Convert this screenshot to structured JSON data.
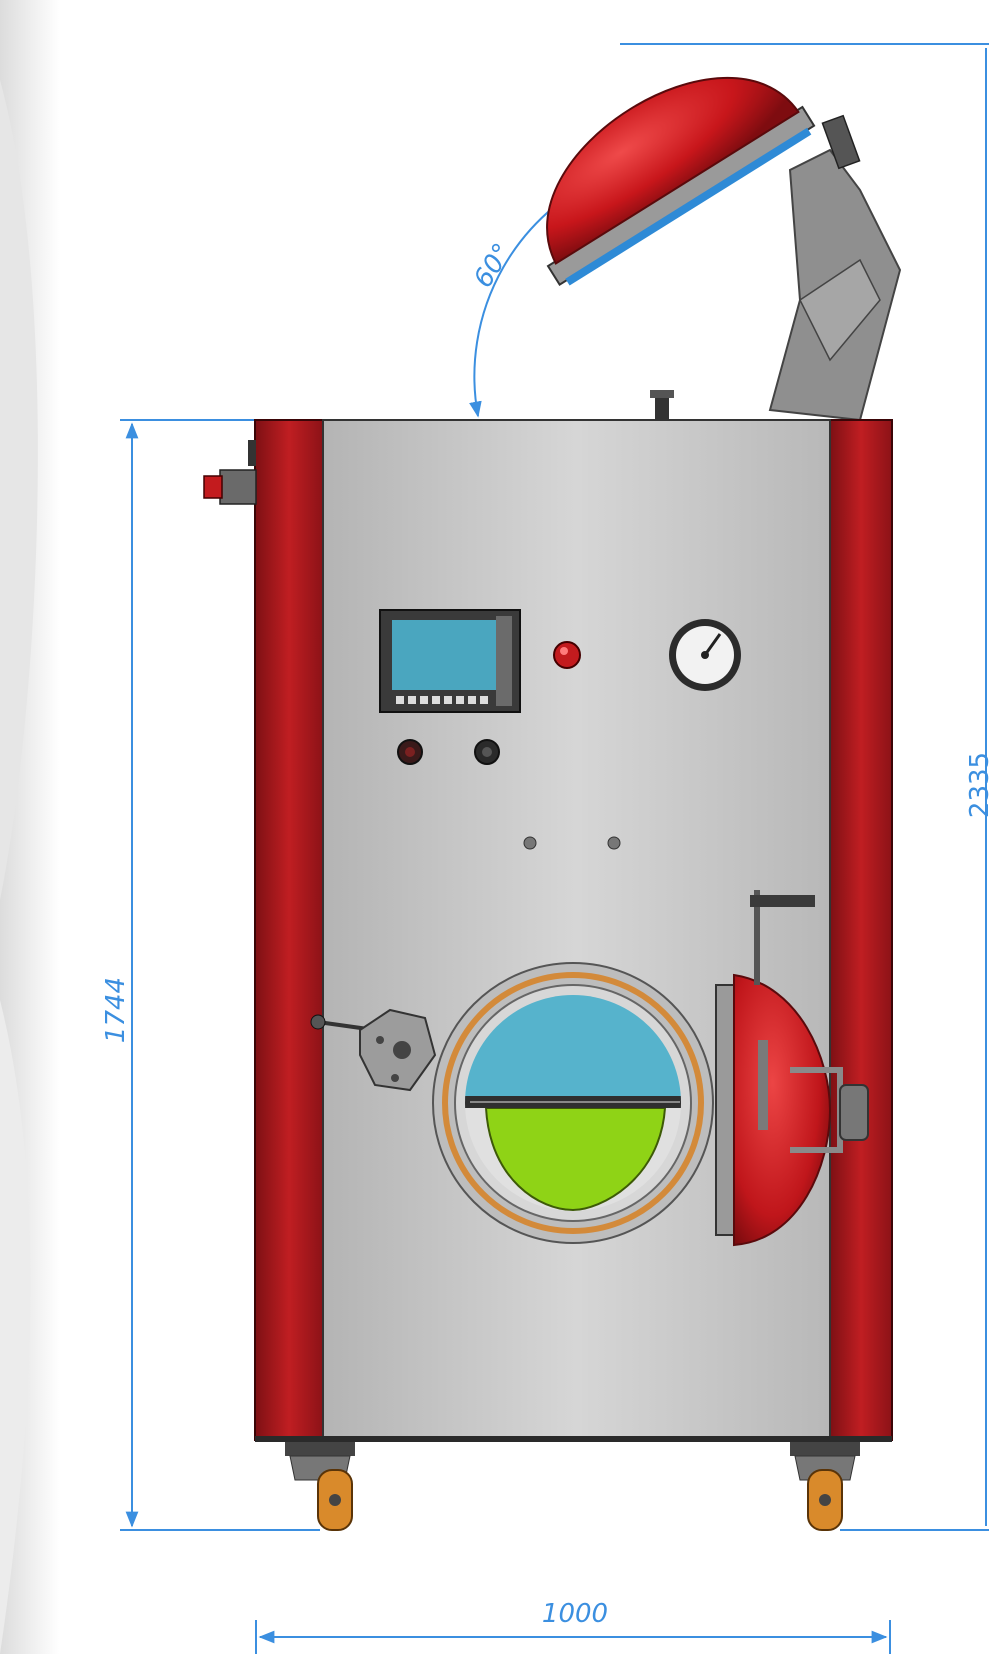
{
  "dimensions": {
    "width": "1000",
    "height_body": "1744",
    "height_total": "2335",
    "lid_angle": "60°"
  },
  "colors": {
    "dimension": "#3b8fe0",
    "frame_red": "#b3191d",
    "panel_grey": "#c9c9c9",
    "screen": "#4aa6bf",
    "chamber_water": "#56b3cc",
    "chamber_fill": "#8fd316",
    "caster": "#d98a2b"
  }
}
